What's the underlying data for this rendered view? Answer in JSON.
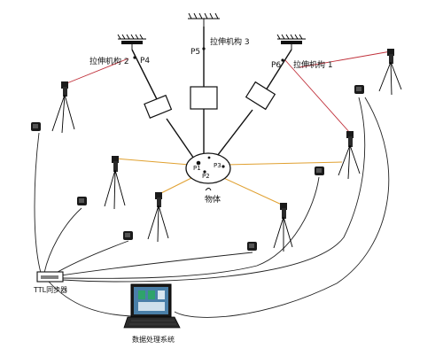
{
  "labels": {
    "mechanism_2": "拉伸机构 2",
    "mechanism_3": "拉伸机构 3",
    "mechanism_1": "拉伸机构 1",
    "p1": "P1",
    "p2": "P2",
    "p3": "P3",
    "p4": "P4",
    "p5": "P5",
    "p6": "P6",
    "object": "物体",
    "ttl_sync": "TTL同步器",
    "data_system": "数据处理系统"
  },
  "colors": {
    "red_sightline": "#c0303a",
    "orange_sightline": "#e0a030",
    "laptop_screen": "#4a7fa8"
  },
  "icons": [
    "ceiling-mount-icon",
    "camera-tripod-icon",
    "video-camera-icon",
    "laptop-icon"
  ]
}
